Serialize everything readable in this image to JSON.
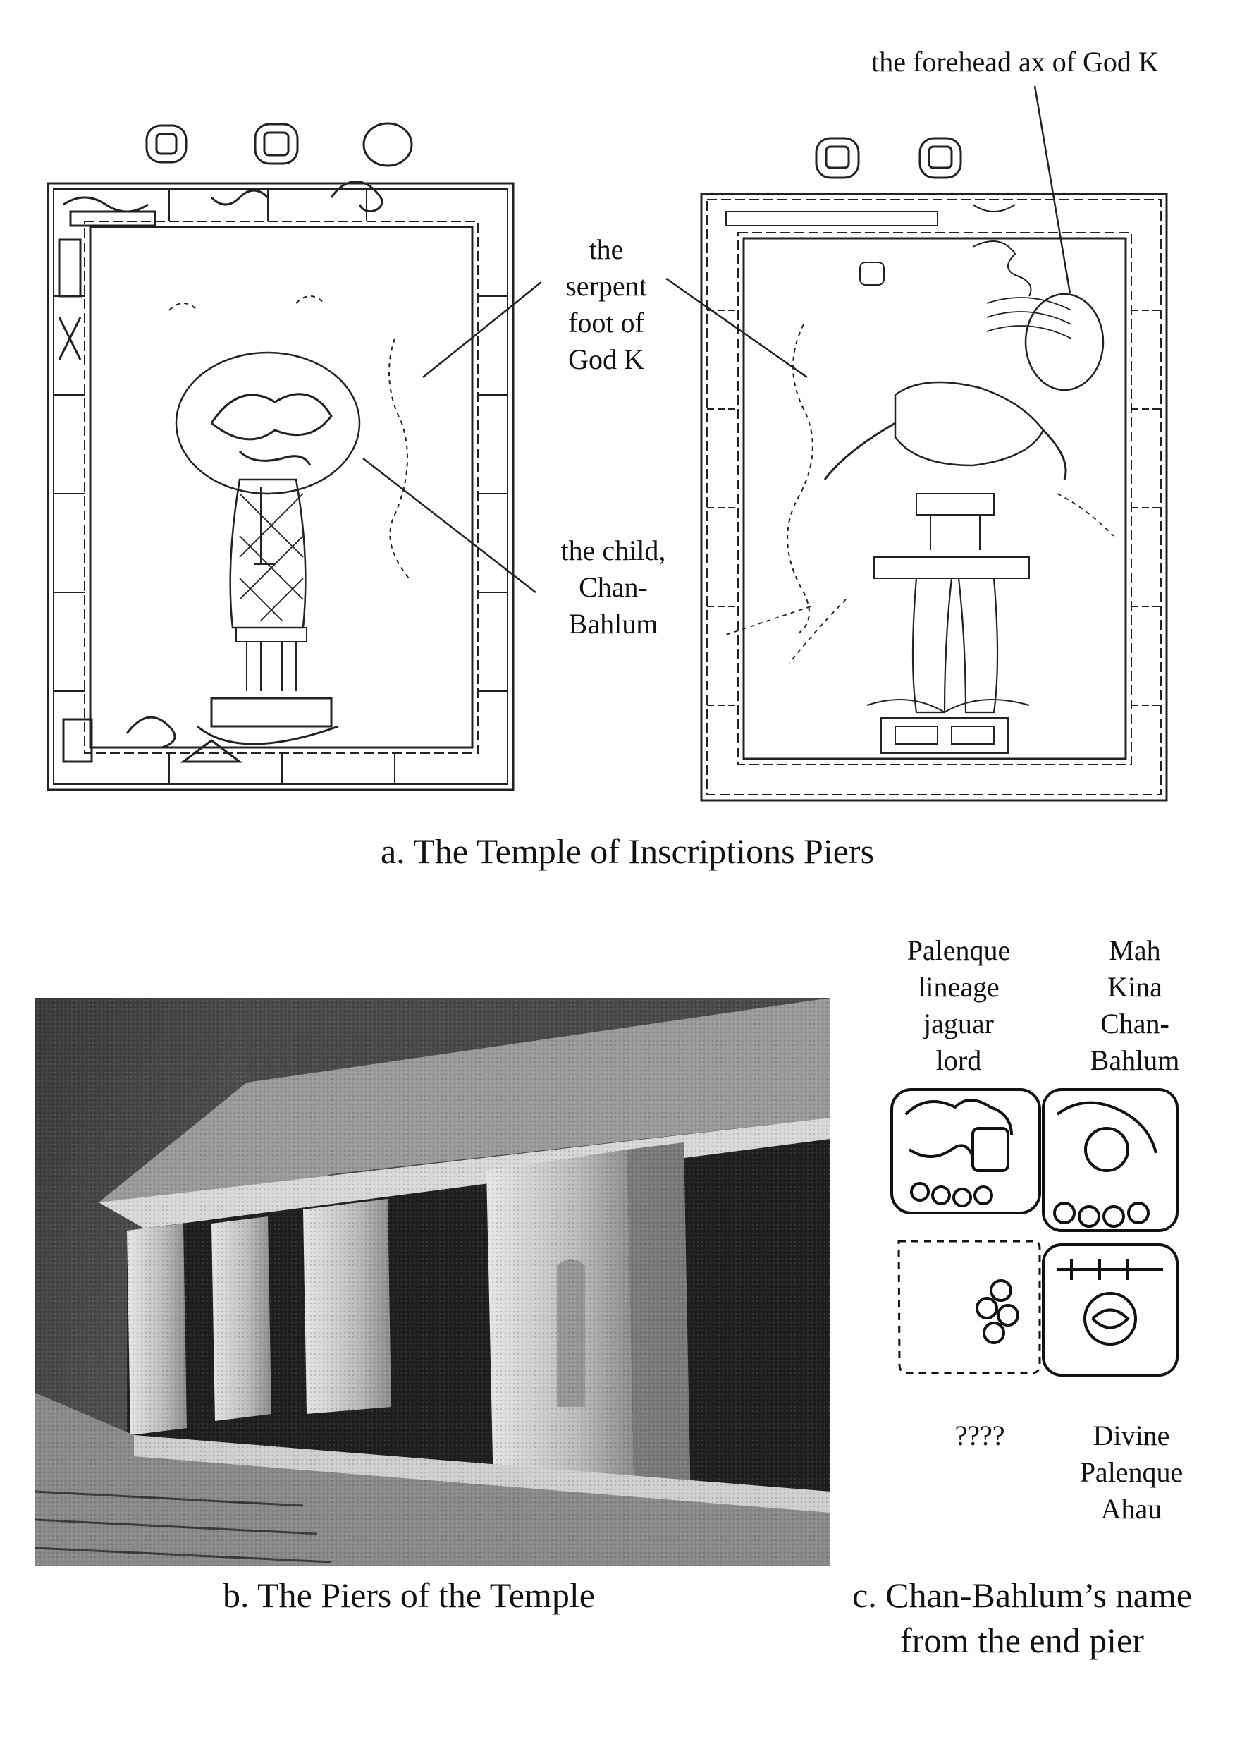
{
  "figure": {
    "panel_a": {
      "caption": "a. The Temple of Inscriptions Piers",
      "labels": {
        "forehead_ax": "the forehead ax of God K",
        "serpent_foot": [
          "the",
          "serpent",
          "foot of",
          "God K"
        ],
        "child": [
          "the child,",
          "Chan-",
          "Bahlum"
        ]
      }
    },
    "panel_b": {
      "caption": "b. The Piers of the Temple"
    },
    "panel_c": {
      "caption": [
        "c. Chan-Bahlum’s name",
        "from the end pier"
      ],
      "glyph_labels": {
        "top_left": [
          "Palenque",
          "lineage",
          "jaguar",
          "lord"
        ],
        "top_right": [
          "Mah",
          "Kina",
          "Chan-",
          "Bahlum"
        ],
        "bottom_left": [
          "????"
        ],
        "bottom_right": [
          "Divine",
          "Palenque",
          "Ahau"
        ]
      }
    }
  }
}
